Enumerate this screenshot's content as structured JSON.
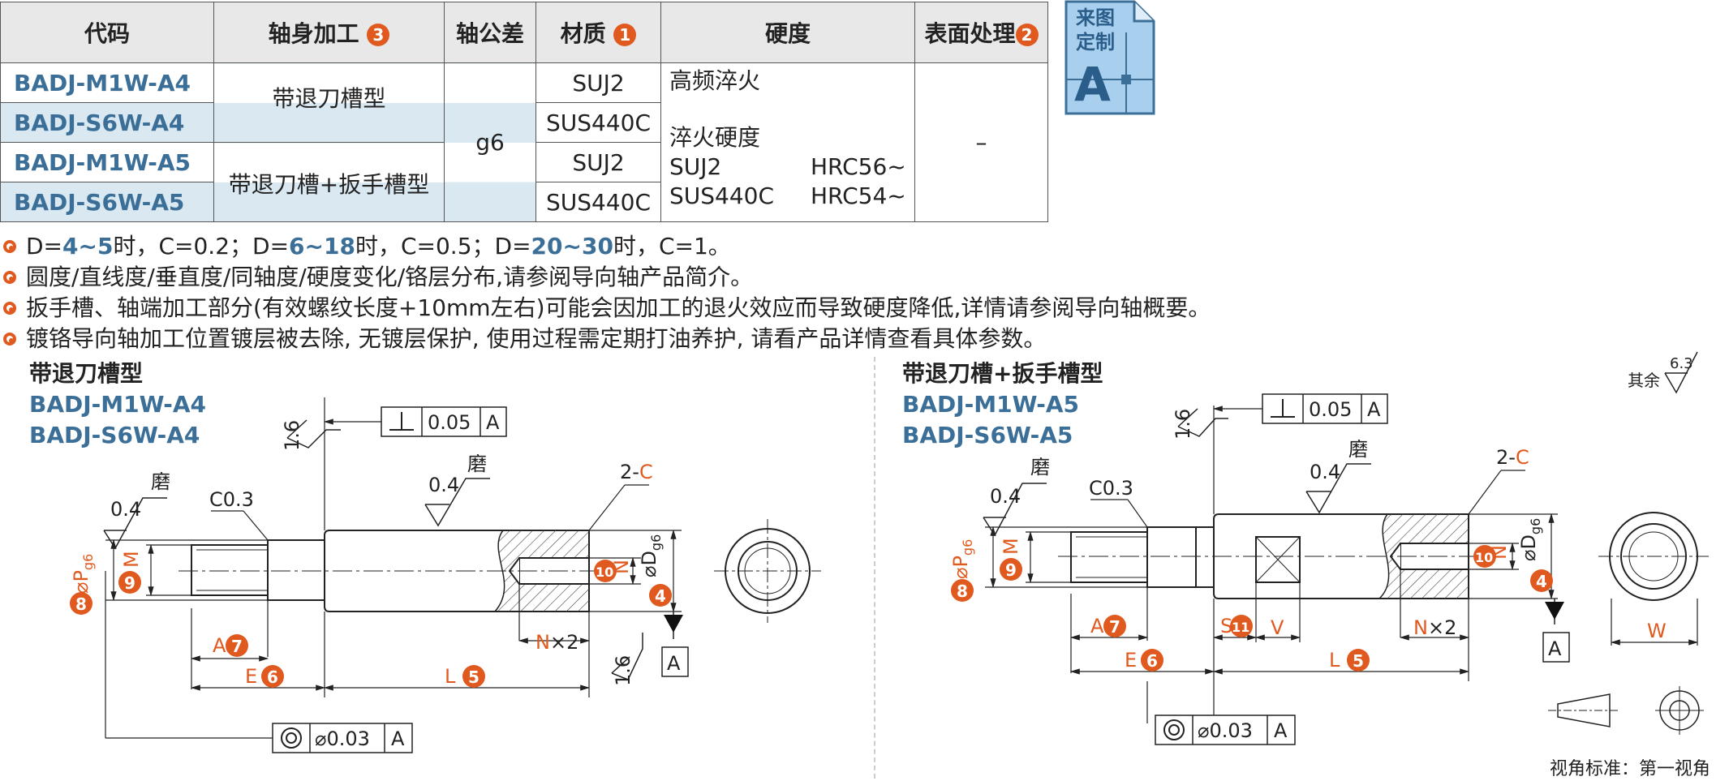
{
  "table": {
    "headers": {
      "code": "代码",
      "shaft": "轴身加工",
      "shaft_num": "3",
      "tol": "轴公差",
      "material": "材质",
      "material_num": "1",
      "hardness": "硬度",
      "surface": "表面处理",
      "surface_num": "2"
    },
    "rows": [
      {
        "code": "BADJ-M1W-A4",
        "material": "SUJ2"
      },
      {
        "code": "BADJ-S6W-A4",
        "material": "SUS440C"
      },
      {
        "code": "BADJ-M1W-A5",
        "material": "SUJ2"
      },
      {
        "code": "BADJ-S6W-A5",
        "material": "SUS440C"
      }
    ],
    "shaft_a4": "带退刀槽型",
    "shaft_a5": "带退刀槽+扳手槽型",
    "tol": "g6",
    "hardness": {
      "line1": "高频淬火",
      "line2": "淬火硬度",
      "suj2_label": "SUJ2",
      "suj2_val": "HRC56~",
      "sus_label": "SUS440C",
      "sus_val": "HRC54~"
    },
    "surface": "–"
  },
  "badge": {
    "line1": "来图",
    "line2": "定制",
    "letter": "A"
  },
  "notes": {
    "n1_pre": "D=",
    "n1_a": "4~5",
    "n1_b": "时，C=0.2；D=",
    "n1_c": "6~18",
    "n1_d": "时，C=0.5；D=",
    "n1_e": "20~30",
    "n1_f": "时，C=1。",
    "n2": "圆度/直线度/垂直度/同轴度/硬度变化/铬层分布,请参阅导向轴产品简介。",
    "n3": "扳手槽、轴端加工部分(有效螺纹长度+10mm左右)可能会因加工的退火效应而导致硬度降低,详情请参阅导向轴概要。",
    "n4": "镀铬导向轴加工位置镀层被去除, 无镀层保护, 使用过程需定期打油养护, 请看产品详情查看具体参数。"
  },
  "left_drawing": {
    "title": "带退刀槽型",
    "code1": "BADJ-M1W-A4",
    "code2": "BADJ-S6W-A4"
  },
  "right_drawing": {
    "title": "带退刀槽+扳手槽型",
    "code1": "BADJ-M1W-A5",
    "code2": "BADJ-S6W-A5"
  },
  "drawing_text": {
    "grind": "磨",
    "r04": "0.4",
    "r16": "1.6",
    "c03": "C0.3",
    "two_c_prefix": "2-",
    "two_c_letter": "C",
    "perp_val": "0.05",
    "datum": "A",
    "coax_val": "⌀0.03",
    "A_lbl": "A",
    "E_lbl": "E",
    "L_lbl": "L",
    "N_lbl": "N",
    "x2": "×2",
    "S_lbl": "S",
    "V_lbl": "V",
    "W_lbl": "W",
    "M_lbl": "M",
    "P_lbl": "⌀P",
    "P_sub": "g6",
    "D_lbl": "⌀D",
    "D_sub": "g6",
    "n4": "4",
    "n5": "5",
    "n6": "6",
    "n7": "7",
    "n8": "8",
    "n9": "9",
    "n10": "10",
    "n11": "11"
  },
  "roughness_other": {
    "label": "其余",
    "value": "6.3"
  },
  "view_standard": "视角标准：第一视角",
  "colors": {
    "accent": "#e05a1f",
    "code_blue": "#3b6f98",
    "shade": "#d9e8f1",
    "header": "#e8e8e8"
  }
}
